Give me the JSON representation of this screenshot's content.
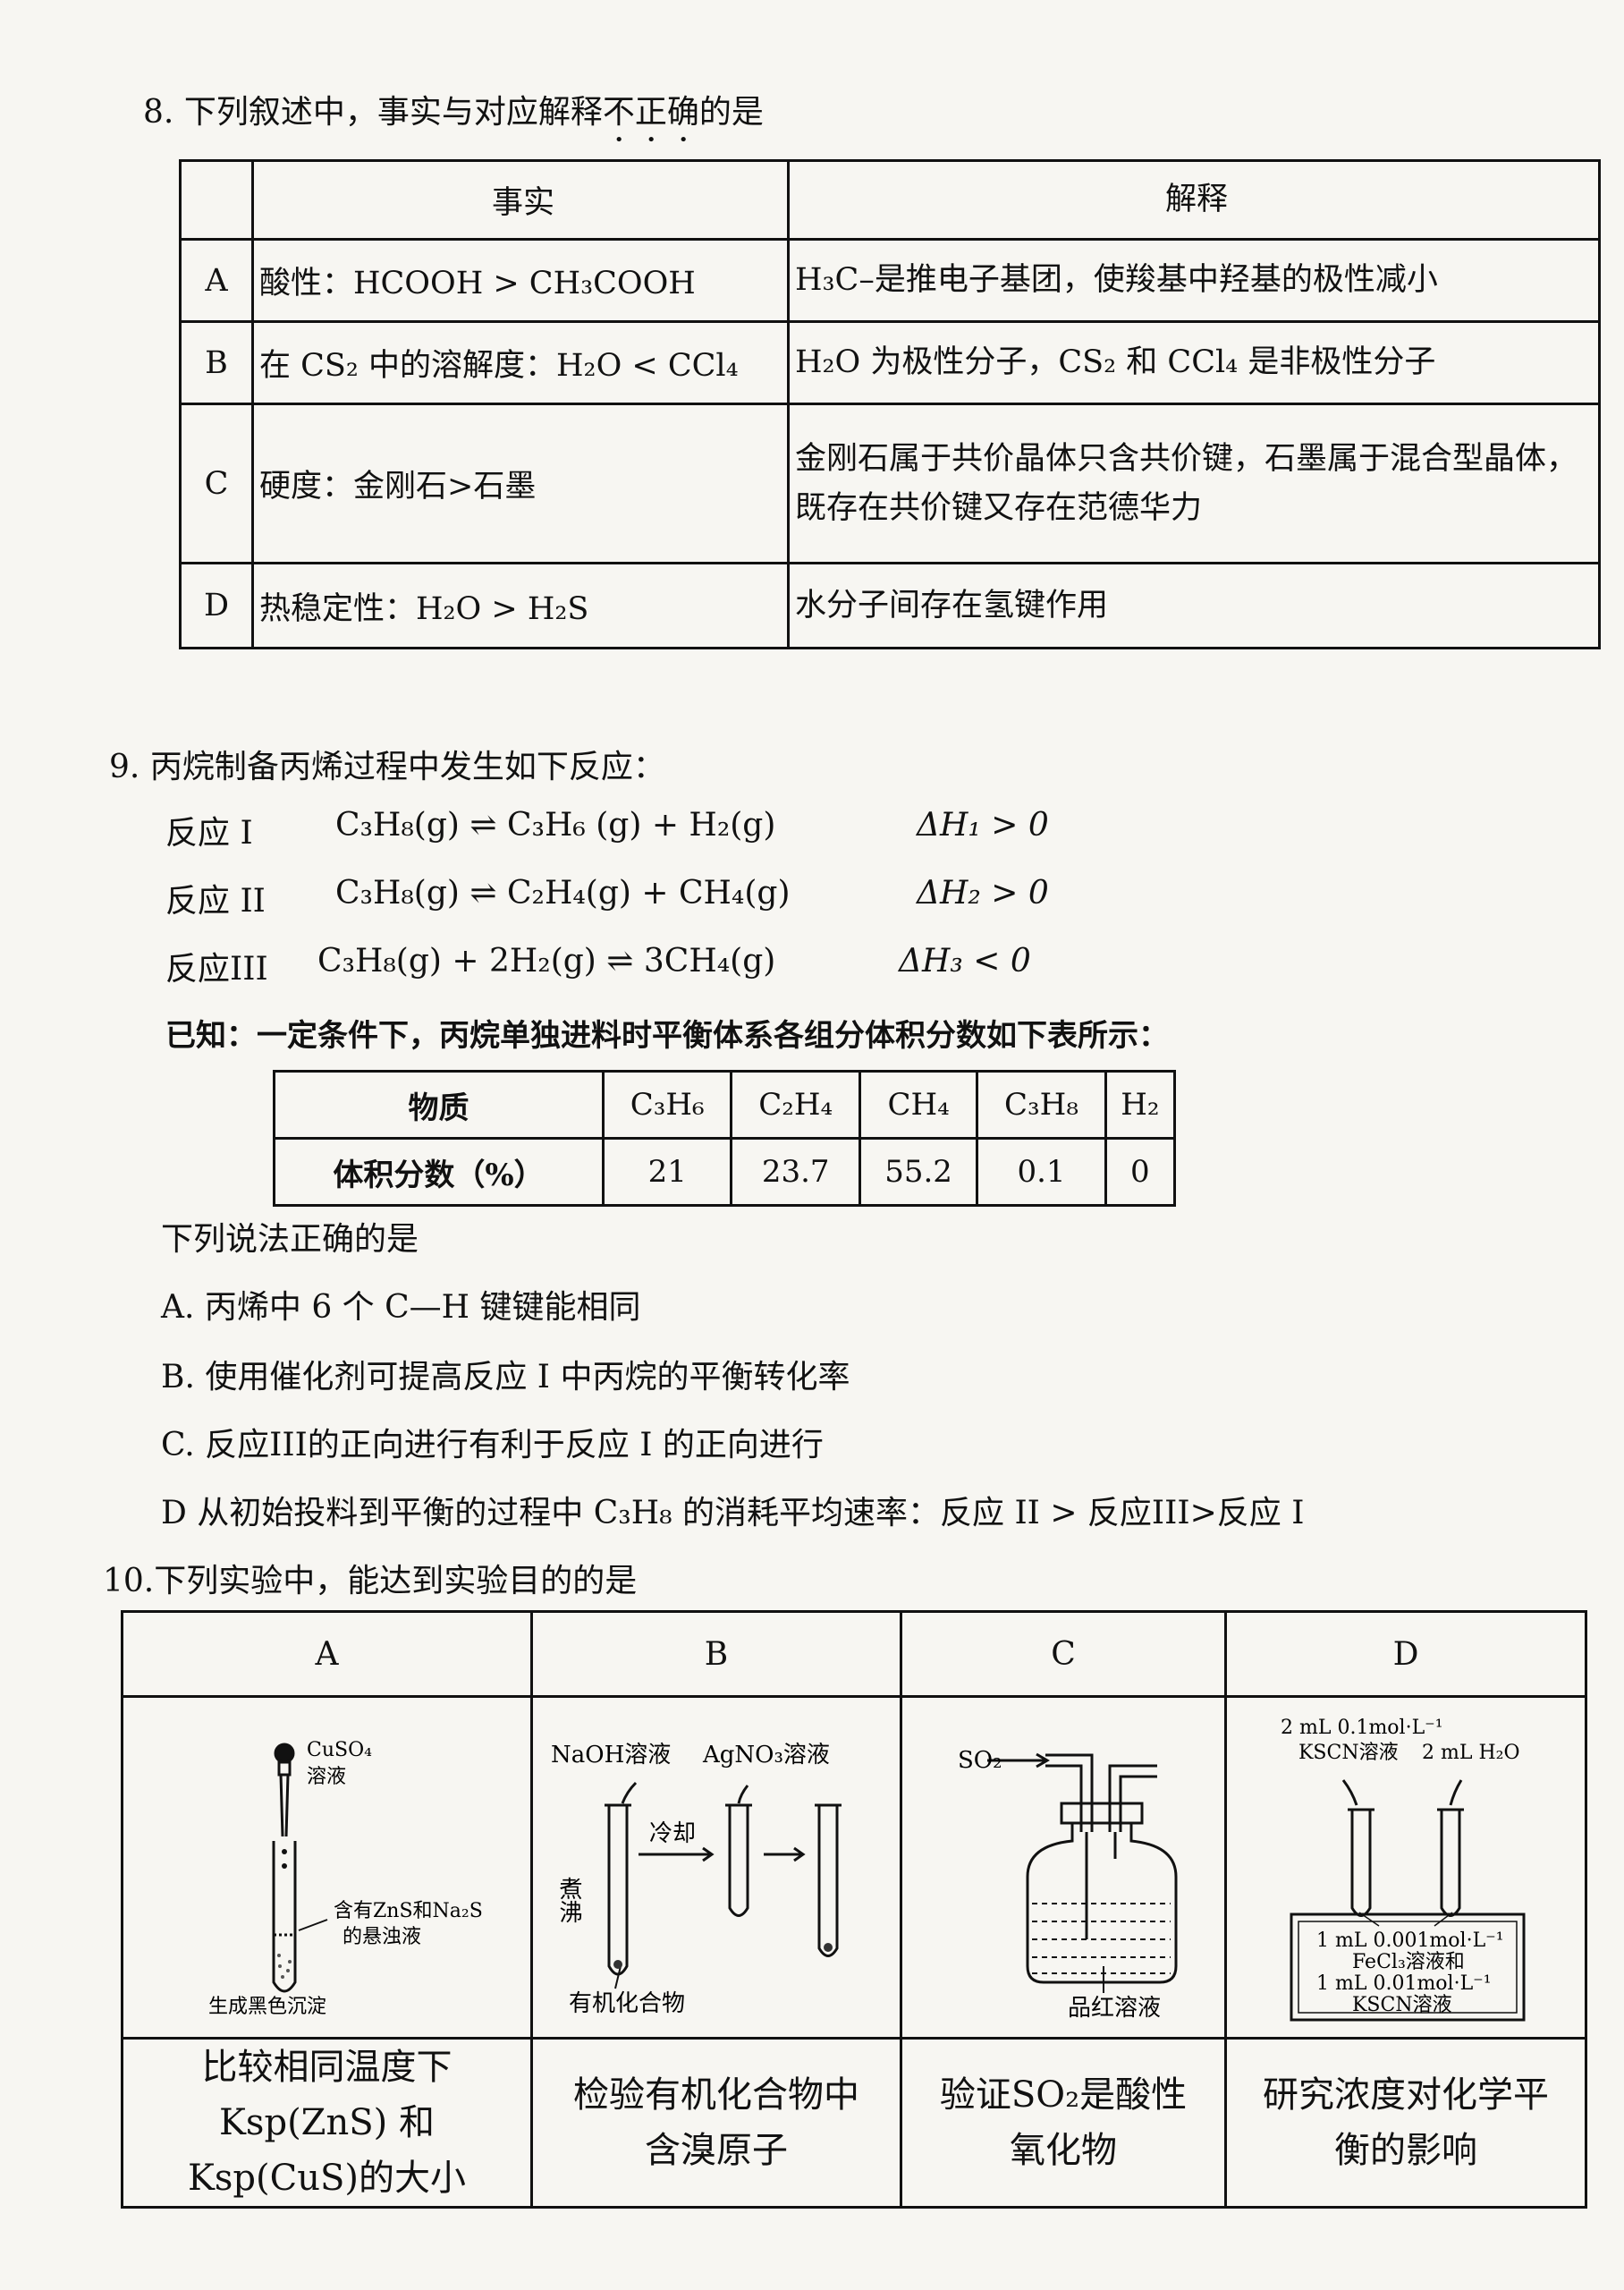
{
  "q8": {
    "number": "8.",
    "stem_before": "下列叙述中，事实与对应解释",
    "stem_emph": "不正确",
    "stem_after": "的是",
    "headers": {
      "fact": "事实",
      "explanation": "解释"
    },
    "rows": [
      {
        "label": "A",
        "fact": "酸性：HCOOH > CH₃COOH",
        "explanation": "H₃C–是推电子基团，使羧基中羟基的极性减小"
      },
      {
        "label": "B",
        "fact": "在 CS₂ 中的溶解度：H₂O < CCl₄",
        "explanation": "H₂O 为极性分子，CS₂ 和 CCl₄ 是非极性分子"
      },
      {
        "label": "C",
        "fact": "硬度：金刚石>石墨",
        "explanation": "金刚石属于共价晶体只含共价键，石墨属于混合型晶体，既存在共价键又存在范德华力"
      },
      {
        "label": "D",
        "fact": "热稳定性：H₂O > H₂S",
        "explanation": "水分子间存在氢键作用"
      }
    ]
  },
  "q9": {
    "number": "9.",
    "stem": "丙烷制备丙烯过程中发生如下反应：",
    "reactions": [
      {
        "name": "反应 I",
        "equation": "C₃H₈(g) ⇌ C₃H₆ (g) + H₂(g)",
        "enthalpy": "ΔH₁ > 0"
      },
      {
        "name": "反应 II",
        "equation": "C₃H₈(g) ⇌ C₂H₄(g) + CH₄(g)",
        "enthalpy": "ΔH₂ > 0"
      },
      {
        "name": "反应III",
        "equation": "C₃H₈(g) + 2H₂(g) ⇌ 3CH₄(g)",
        "enthalpy": "ΔH₃ < 0"
      }
    ],
    "known": "已知：一定条件下，丙烷单独进料时平衡体系各组分体积分数如下表所示：",
    "table": {
      "header_label": "物质",
      "row_label": "体积分数（%）",
      "columns": [
        "C₃H₆",
        "C₂H₄",
        "CH₄",
        "C₃H₈",
        "H₂"
      ],
      "values": [
        "21",
        "23.7",
        "55.2",
        "0.1",
        "0"
      ]
    },
    "prompt": "下列说法正确的是",
    "options": [
      "A. 丙烯中 6 个 C—H 键键能相同",
      "B. 使用催化剂可提高反应 I 中丙烷的平衡转化率",
      "C. 反应III的正向进行有利于反应 I 的正向进行",
      "D  从初始投料到平衡的过程中 C₃H₈ 的消耗平均速率：反应 II > 反应III>反应 I"
    ]
  },
  "q10": {
    "stem": "10.下列实验中，能达到实验目的的是",
    "columns": [
      {
        "label": "A",
        "fig_labels": [
          "CuSO₄",
          "溶液",
          "含有ZnS和Na₂S",
          "的悬浊液",
          "生成黑色沉淀"
        ],
        "caption": "比较相同温度下 Ksp(ZnS) 和 Ksp(CuS)的大小"
      },
      {
        "label": "B",
        "fig_labels": [
          "NaOH溶液",
          "AgNO₃溶液",
          "冷却",
          "煮沸",
          "有机化合物"
        ],
        "caption": "检验有机化合物中含溴原子"
      },
      {
        "label": "C",
        "fig_labels": [
          "SO₂",
          "品红溶液"
        ],
        "caption": "验证SO₂是酸性氧化物"
      },
      {
        "label": "D",
        "fig_labels": [
          "2 mL 0.1mol·L⁻¹",
          "KSCN溶液",
          "2 mL H₂O",
          "1 mL 0.001mol·L⁻¹",
          "FeCl₃溶液和",
          "1 mL 0.01mol·L⁻¹",
          "KSCN溶液"
        ],
        "caption": "研究浓度对化学平衡的影响"
      }
    ]
  }
}
